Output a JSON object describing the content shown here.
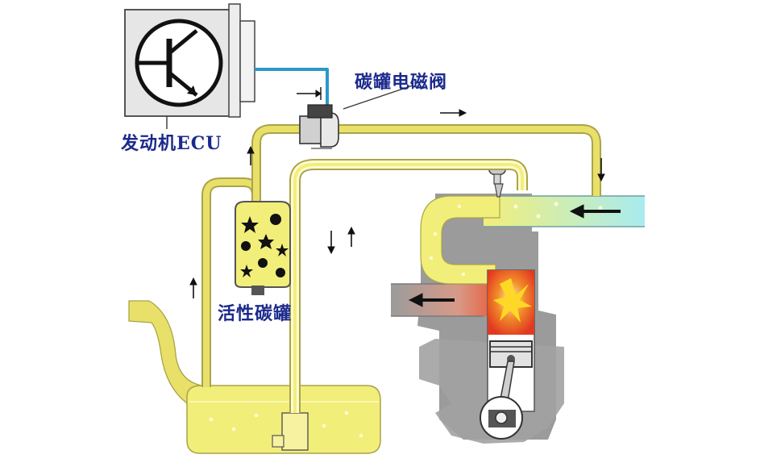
{
  "labels": {
    "ecu": "发动机ECU",
    "valve": "碳罐电磁阀",
    "canister": "活性碳罐"
  },
  "colors": {
    "fuel_yellow": "#f2ee7a",
    "pipe_yellow": "#e9e06a",
    "pipe_outline": "#a9a44a",
    "vapor_line": "#fffbd2",
    "air_cyan": "#a8ecf0",
    "engine_grey": "#9b9b9b",
    "engine_dark": "#7e7e7e",
    "ecu_box": "#e6e6e6",
    "signal_blue": "#2a98c9",
    "label_blue": "#1b2a8c",
    "combustion_red": "#e23a22",
    "combustion_yellow": "#ffd726"
  },
  "icons": {
    "ecu_symbol": "transistor-icon",
    "arrows": "arrow-icon"
  }
}
